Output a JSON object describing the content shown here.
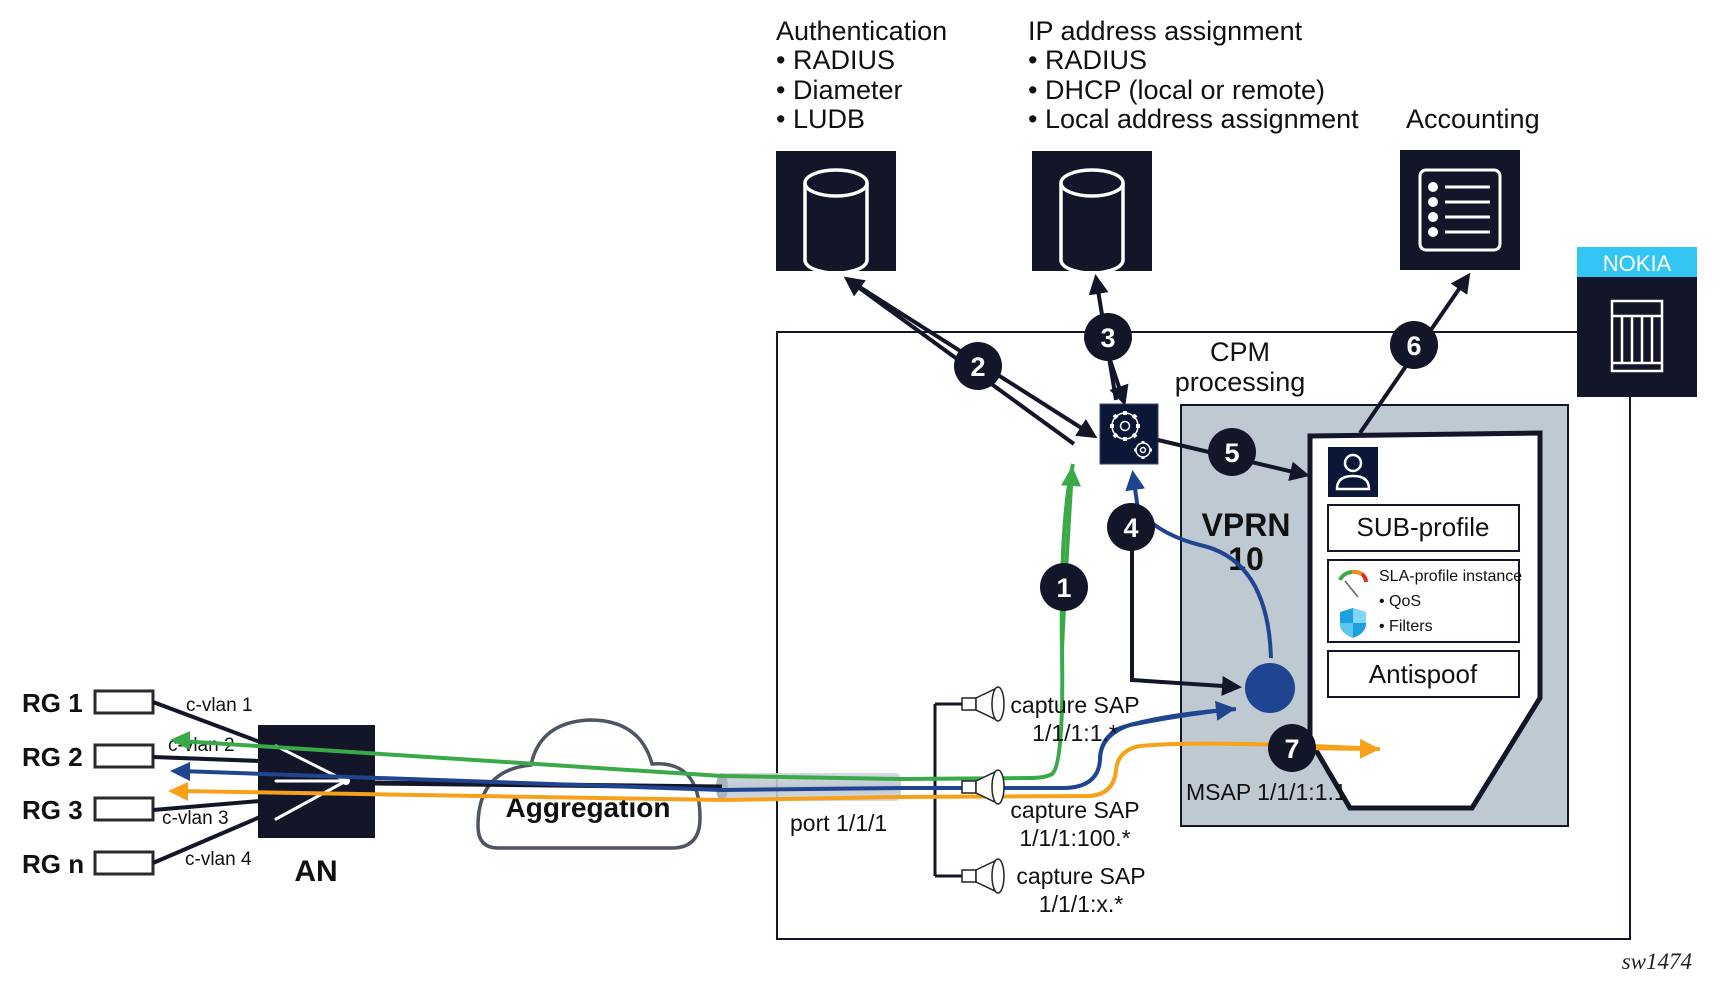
{
  "colors": {
    "navy": "#131629",
    "dark_blue_icon": "#0b1736",
    "gray_panel": "#bfc9d2",
    "green": "#3aaa48",
    "blue": "#1f4591",
    "orange": "#f7a11a",
    "nokia_cyan": "#33c5f3",
    "cloud_stroke": "#4e5663"
  },
  "services": {
    "authentication": {
      "title": "Authentication",
      "items": [
        "• RADIUS",
        "• Diameter",
        "• LUDB"
      ],
      "icon": "database-icon"
    },
    "ip_assignment": {
      "title": "IP address assignment",
      "items": [
        "• RADIUS",
        "• DHCP (local or remote)",
        "• Local address assignment"
      ],
      "icon": "database-icon"
    },
    "accounting": {
      "title": "Accounting",
      "icon": "list-document-icon"
    }
  },
  "nokia": {
    "brand": "NOKIA",
    "icon": "router-chassis-icon"
  },
  "cpm": {
    "line1": "CPM",
    "line2": "processing",
    "icon": "gears-icon"
  },
  "vprn": {
    "line1": "VPRN",
    "line2": "10"
  },
  "subscriber": {
    "icon": "user-icon",
    "sub_profile": "SUB-profile",
    "sla_title": "SLA-profile instance",
    "sla_items": [
      "• QoS",
      "• Filters"
    ],
    "sla_icons": [
      "gauge-icon",
      "shield-icon"
    ],
    "antispoof": "Antispoof"
  },
  "msap": {
    "label": "MSAP 1/1/1:1.1"
  },
  "capture_saps": [
    {
      "line1": "capture SAP",
      "line2": "1/1/1:1.*"
    },
    {
      "line1": "capture SAP",
      "line2": "1/1/1:100.*"
    },
    {
      "line1": "capture SAP",
      "line2": "1/1/1:x.*"
    }
  ],
  "port": {
    "label": "port 1/1/1"
  },
  "aggregation": {
    "label": "Aggregation"
  },
  "access_node": {
    "label": "AN"
  },
  "residential_gateways": [
    {
      "label": "RG 1",
      "vlan": "c-vlan 1"
    },
    {
      "label": "RG 2",
      "vlan": "c-vlan 2"
    },
    {
      "label": "RG 3",
      "vlan": "c-vlan 3"
    },
    {
      "label": "RG n",
      "vlan": "c-vlan 4"
    }
  ],
  "steps": [
    "1",
    "2",
    "3",
    "4",
    "5",
    "6",
    "7"
  ],
  "watermark": "sw1474"
}
